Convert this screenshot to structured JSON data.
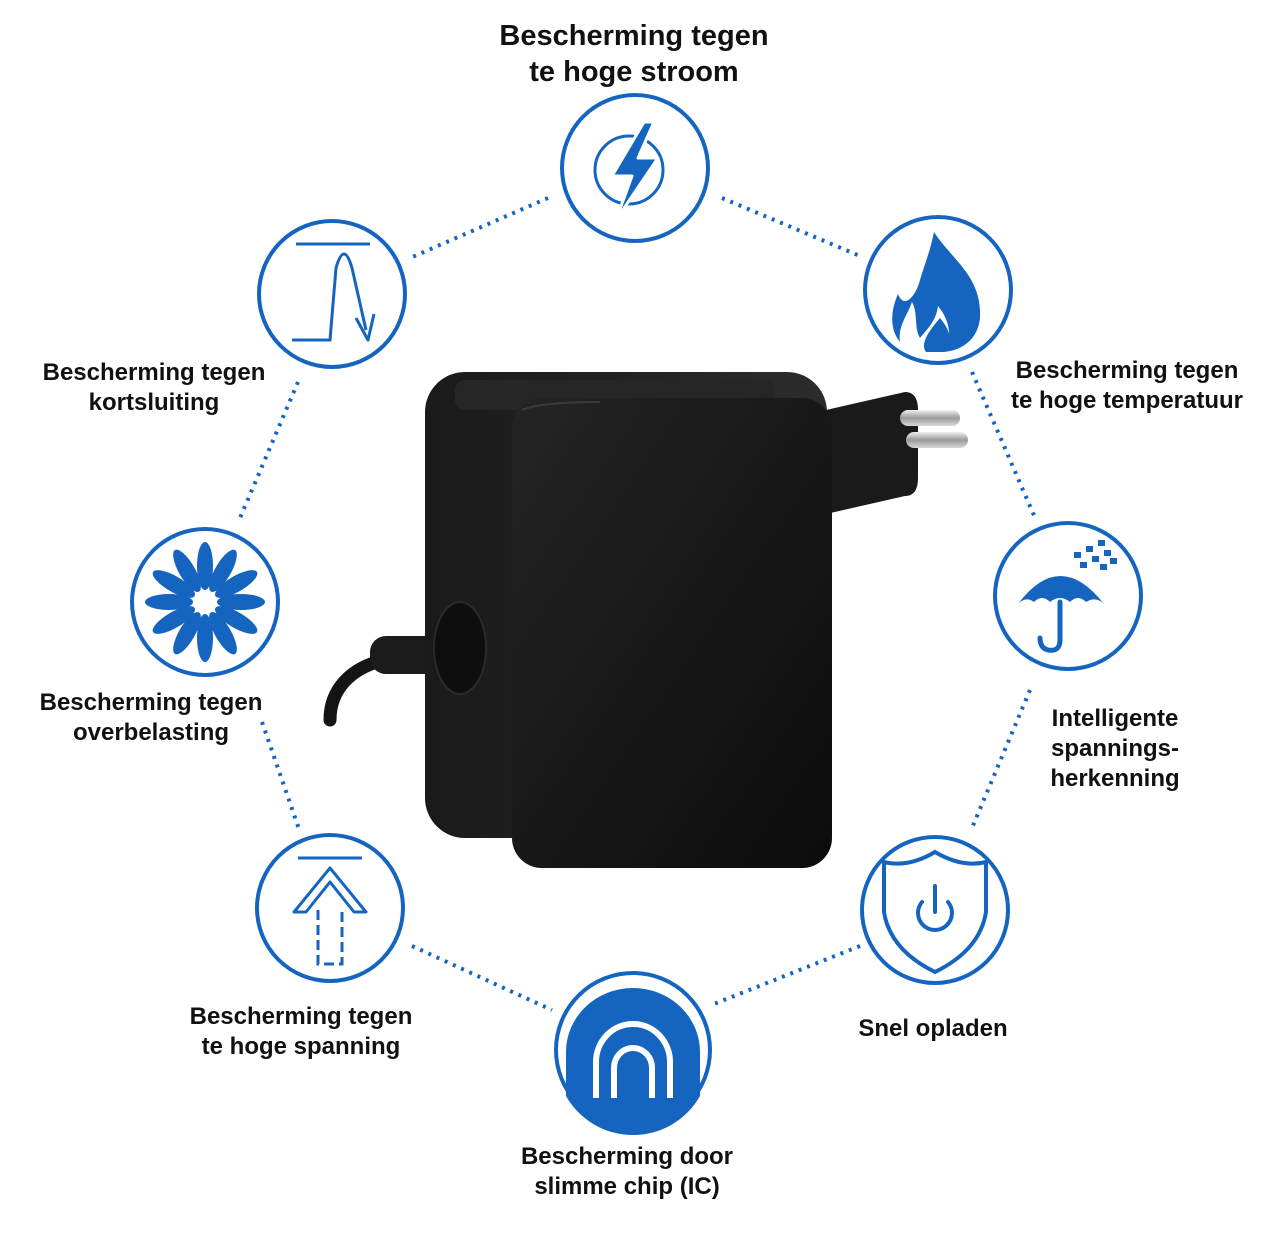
{
  "colors": {
    "accent": "#1565c0",
    "device": "#141414",
    "text": "#111111"
  },
  "features": [
    {
      "id": "overcurrent",
      "icon": "lightning-bolt-icon",
      "lines": [
        "Bescherming tegen",
        "te hoge stroom"
      ]
    },
    {
      "id": "overtemperature",
      "icon": "flame-icon",
      "lines": [
        "Bescherming tegen",
        "te hoge temperatuur"
      ]
    },
    {
      "id": "voltage-detection",
      "icon": "umbrella-rain-icon",
      "lines": [
        "Intelligente",
        "spannings-",
        "herkenning"
      ]
    },
    {
      "id": "fast-charging",
      "icon": "shield-power-icon",
      "lines": [
        "Snel opladen"
      ]
    },
    {
      "id": "smart-chip",
      "icon": "chip-arch-icon",
      "lines": [
        "Bescherming door",
        "slimme chip (IC)"
      ]
    },
    {
      "id": "overvoltage",
      "icon": "arrow-up-limit-icon",
      "lines": [
        "Bescherming tegen",
        "te hoge spanning"
      ]
    },
    {
      "id": "overload",
      "icon": "burst-icon",
      "lines": [
        "Bescherming tegen",
        "overbelasting"
      ]
    },
    {
      "id": "short-circuit",
      "icon": "drop-arrow-icon",
      "lines": [
        "Bescherming tegen",
        "kortsluiting"
      ]
    }
  ]
}
